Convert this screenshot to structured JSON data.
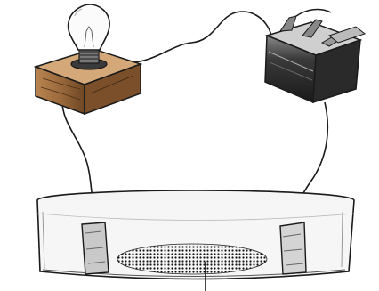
{
  "diagram": {
    "components": [
      {
        "id": "light-bulb",
        "label": ""
      },
      {
        "id": "bulb-holder",
        "label": ""
      },
      {
        "id": "battery",
        "label": ""
      },
      {
        "id": "beaker",
        "label": ""
      },
      {
        "id": "left-electrode",
        "label": ""
      },
      {
        "id": "right-electrode",
        "label": ""
      },
      {
        "id": "powder-substance",
        "label": ""
      }
    ],
    "connections": [
      {
        "from": "bulb-holder",
        "to": "battery"
      },
      {
        "from": "bulb-holder",
        "to": "left-electrode"
      },
      {
        "from": "battery",
        "to": "right-electrode"
      }
    ],
    "colors": {
      "line": "#1a1a1a",
      "wood": "#9b6a3c",
      "wood_dark": "#5c3b1e",
      "glass": "#f4f4f4"
    }
  }
}
